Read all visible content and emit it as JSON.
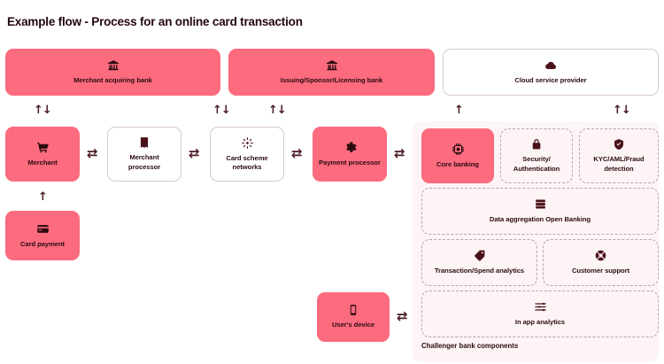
{
  "page": {
    "title": "Example flow - Process for an online card transaction",
    "background": "#ffffff",
    "accent_filled": "#fc6b7e",
    "panel_background": "#fdf4f5",
    "text_color": "#2b0b10",
    "outline_color": "#d9c8cb",
    "dashed_color": "#bba4a8"
  },
  "diagram": {
    "type": "flow-diagram",
    "top_row": [
      {
        "id": "merchant-acquiring-bank",
        "label": "Merchant acquiring bank",
        "icon": "bank-icon",
        "style": "filled"
      },
      {
        "id": "issuing-sponsor-licensing-bank",
        "label": "Issuing/Sponsor/Licensing bank",
        "icon": "bank-icon",
        "style": "filled"
      },
      {
        "id": "cloud-service-provider",
        "label": "Cloud service provider",
        "icon": "cloud-icon",
        "style": "outlined"
      }
    ],
    "middle_row": [
      {
        "id": "merchant",
        "label": "Merchant",
        "icon": "shopping-cart-icon",
        "style": "filled"
      },
      {
        "id": "merchant-processor",
        "label": "Merchant processor",
        "icon": "receipt-refund-icon",
        "style": "outlined"
      },
      {
        "id": "card-scheme-networks",
        "label": "Card scheme networks",
        "icon": "network-nodes-icon",
        "style": "outlined"
      },
      {
        "id": "payment-processor",
        "label": "Payment processor",
        "icon": "gear-icon",
        "style": "filled"
      }
    ],
    "card_payment": {
      "id": "card-payment",
      "label": "Card payment",
      "icon": "credit-card-icon",
      "style": "filled"
    },
    "users_device": {
      "id": "users-device",
      "label": "User's device",
      "icon": "mobile-phone-icon",
      "style": "filled"
    },
    "challenger_panel": {
      "caption": "Challenger bank components",
      "items": [
        {
          "id": "core-banking",
          "label": "Core banking",
          "icon": "chip-icon",
          "style": "filled"
        },
        {
          "id": "security-authentication",
          "label": "Security/ Authentication",
          "label_line1": "Security/",
          "label_line2": "Authentication",
          "icon": "lock-icon",
          "style": "dashed"
        },
        {
          "id": "kyc-aml-fraud-detection",
          "label": "KYC/AML/Fraud detection",
          "label_line1": "KYC/AML/Fraud",
          "label_line2": "detection",
          "icon": "shield-check-icon",
          "style": "dashed"
        },
        {
          "id": "data-aggregation-open-banking",
          "label": "Data aggregation Open Banking",
          "icon": "database-icon",
          "style": "dashed"
        },
        {
          "id": "transaction-spend-analytics",
          "label": "Transaction/Spend analytics",
          "icon": "price-tag-icon",
          "style": "dashed"
        },
        {
          "id": "customer-support",
          "label": "Customer support",
          "icon": "lifebuoy-icon",
          "style": "dashed"
        },
        {
          "id": "in-app-analytics",
          "label": "In app analytics",
          "icon": "sliders-icon",
          "style": "dashed"
        }
      ]
    },
    "connectors": {
      "bidirectional_horizontal": "⇄",
      "bidirectional_vertical": "↑↓",
      "up": "↑"
    }
  }
}
